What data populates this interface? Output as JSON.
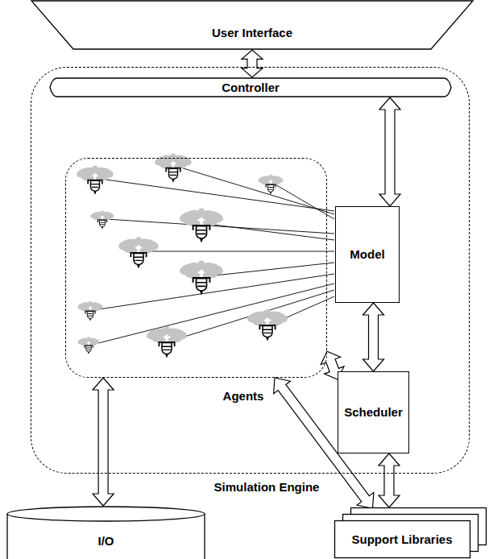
{
  "diagram": {
    "nodes": [
      {
        "text": [
          "User Interface"
        ]
      },
      {
        "text": [
          "Simulation Engine"
        ]
      },
      {
        "text": [
          "Controller"
        ],
        "in": 1
      },
      {
        "text": [
          "Agents"
        ],
        "in": 1
      },
      {
        "text": [
          "Model"
        ],
        "in": 1
      },
      {
        "text": [
          "Scheduler"
        ],
        "in": 1
      },
      {
        "text": [
          "I/O"
        ]
      },
      {
        "text": [
          "Support Libraries"
        ]
      }
    ],
    "edges": [
      {
        "from": 0,
        "to": 2,
        "arrow": "both"
      },
      {
        "from": 2,
        "to": 4,
        "arrow": "both"
      },
      {
        "from": 4,
        "to": 5,
        "arrow": "both"
      },
      {
        "from": 3,
        "to": 5,
        "arrow": "both"
      },
      {
        "from": 3,
        "to": 6,
        "arrow": "both"
      },
      {
        "from": 3,
        "to": 7,
        "arrow": "both"
      },
      {
        "from": 5,
        "to": 7,
        "arrow": "both"
      }
    ]
  }
}
